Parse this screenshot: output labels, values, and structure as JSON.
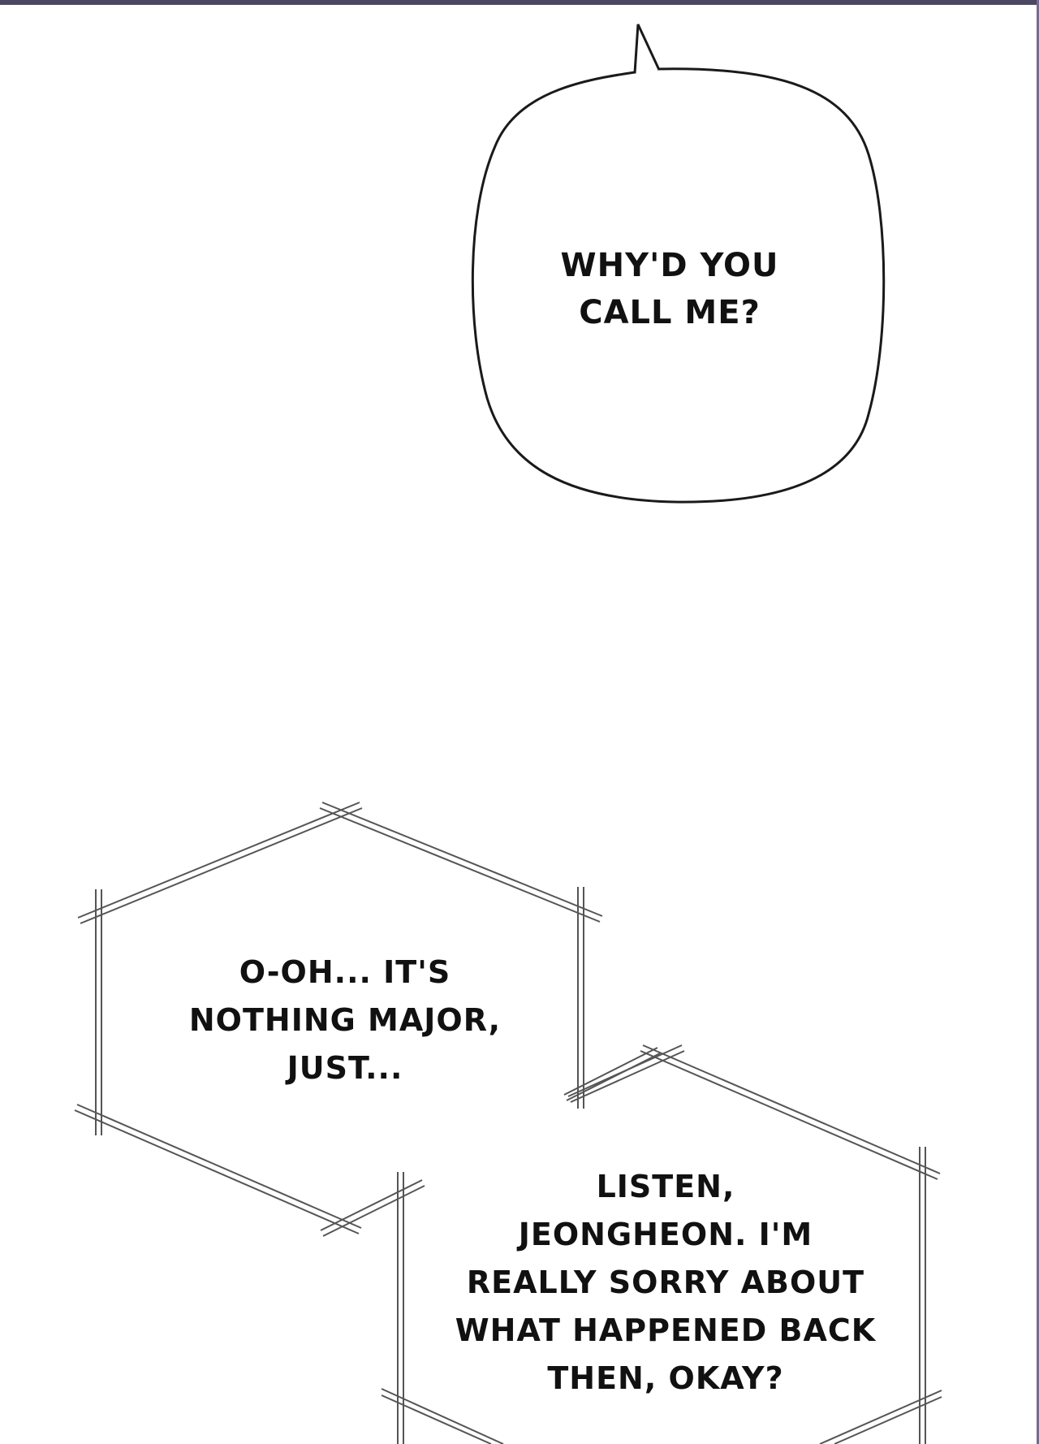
{
  "panel": {
    "speech_bubble": {
      "lines": [
        "WHY'D YOU",
        "CALL ME?"
      ]
    },
    "thought_box_1": {
      "lines": [
        "O-OH... IT'S",
        "NOTHING MAJOR,",
        "JUST..."
      ]
    },
    "thought_box_2": {
      "lines": [
        "LISTEN,",
        "JEONGHEON. I'M",
        "REALLY SORRY ABOUT",
        "WHAT HAPPENED BACK",
        "THEN, OKAY?"
      ]
    }
  },
  "colors": {
    "background": "#ffffff",
    "outline": "#1a1a1a",
    "text": "#111111"
  }
}
